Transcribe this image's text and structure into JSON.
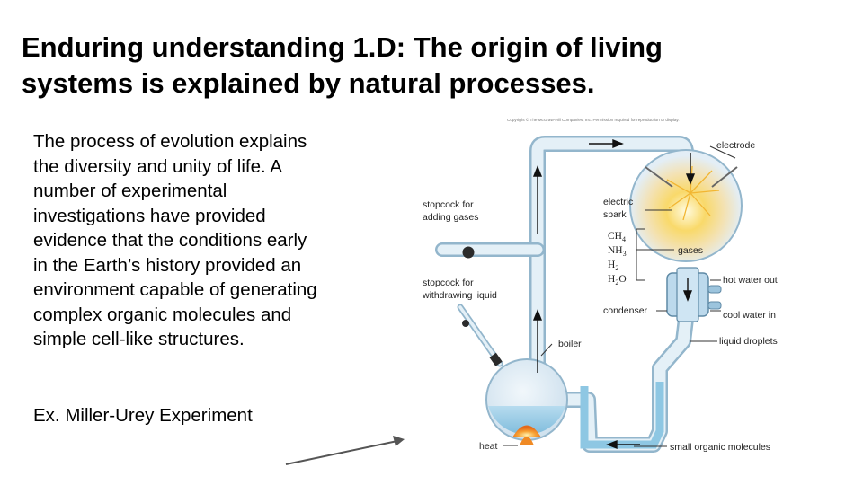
{
  "title": {
    "lines": [
      "Enduring understanding 1.D: The origin of living",
      "systems is explained by natural processes."
    ]
  },
  "body": {
    "lines": [
      "The process of evolution explains",
      "the diversity and unity of life. A",
      "number of experimental",
      "investigations have provided",
      "evidence that the conditions early",
      "in the Earth’s history provided  an",
      "environment capable of generating",
      "complex organic molecules and",
      "simple cell-like structures."
    ],
    "example": "Ex.  Miller-Urey Experiment"
  },
  "diagram": {
    "copyright": "Copyright © The McGraw-Hill Companies, Inc. Permission required for reproduction or display.",
    "labels": {
      "electrode": "electrode",
      "electric_1": "electric",
      "spark_2": "spark",
      "stopcock_gases_1": "stopcock for",
      "stopcock_gases_2": "adding gases",
      "gases": "gases",
      "stopcock_liquid_1": "stopcock for",
      "stopcock_liquid_2": "withdrawing liquid",
      "hot_water_out": "hot water out",
      "condenser": "condenser",
      "cool_water_in": "cool water in",
      "boiler": "boiler",
      "liquid_droplets": "liquid droplets",
      "heat": "heat",
      "small_organic_molecules": "small organic molecules"
    },
    "chemicals": {
      "ch4": "CH4",
      "nh3": "NH3",
      "h2": "H2",
      "h2o": "H2O"
    }
  },
  "colors": {
    "glass": "#d4e7f3",
    "glass_edge": "#93b6cc",
    "water": "#8ec7e3",
    "spark": "#f7c948",
    "flame": "#f08a24",
    "pointer_arrow": "#555555"
  }
}
